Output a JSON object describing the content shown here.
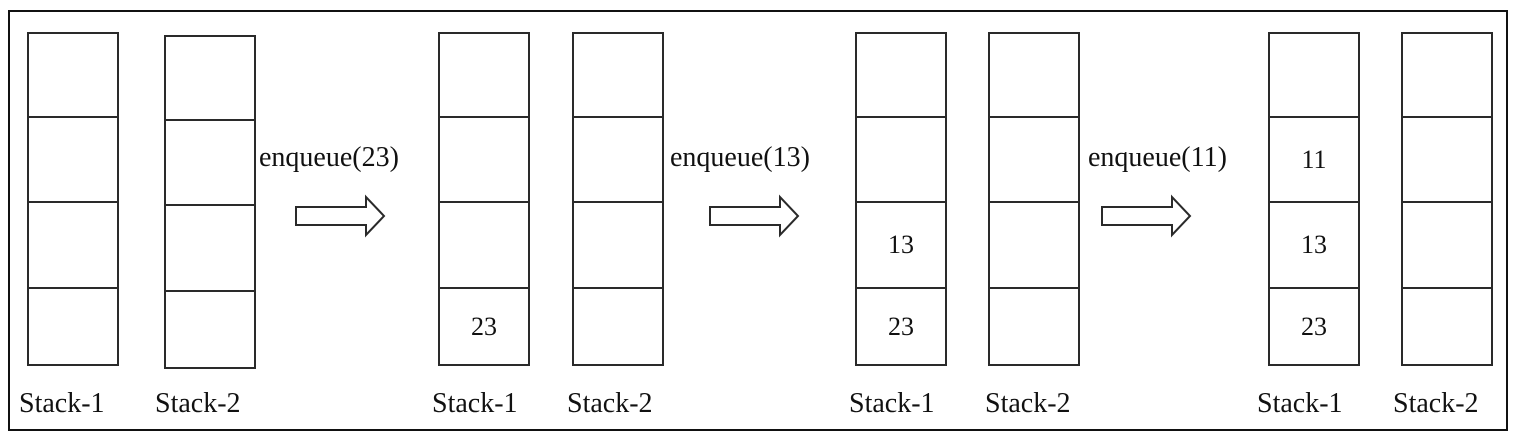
{
  "stages": [
    {
      "stack1": {
        "label": "Stack-1",
        "cells": [
          "",
          "",
          "",
          ""
        ]
      },
      "stack2": {
        "label": "Stack-2",
        "cells": [
          "",
          "",
          "",
          ""
        ]
      }
    },
    {
      "stack1": {
        "label": "Stack-1",
        "cells": [
          "",
          "",
          "",
          "23"
        ]
      },
      "stack2": {
        "label": "Stack-2",
        "cells": [
          "",
          "",
          "",
          ""
        ]
      }
    },
    {
      "stack1": {
        "label": "Stack-1",
        "cells": [
          "",
          "",
          "13",
          "23"
        ]
      },
      "stack2": {
        "label": "Stack-2",
        "cells": [
          "",
          "",
          "",
          ""
        ]
      }
    },
    {
      "stack1": {
        "label": "Stack-1",
        "cells": [
          "",
          "11",
          "13",
          "23"
        ]
      },
      "stack2": {
        "label": "Stack-2",
        "cells": [
          "",
          "",
          "",
          ""
        ]
      }
    }
  ],
  "operations": [
    "enqueue(23)",
    "enqueue(13)",
    "enqueue(11)"
  ]
}
